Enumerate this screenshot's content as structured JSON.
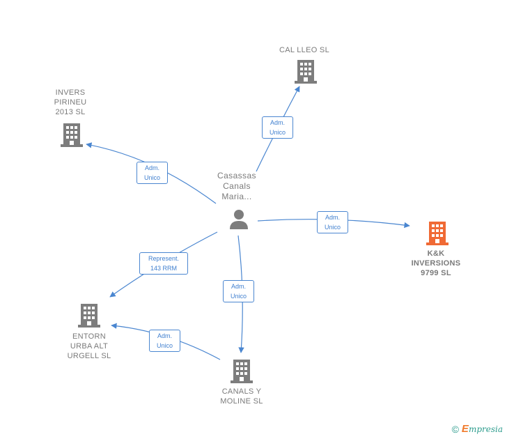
{
  "nodes": {
    "center": {
      "label": "Casassas\nCanals\nMaria..."
    },
    "cal_lleo": {
      "label": "CAL LLEO SL"
    },
    "invers_pirineu": {
      "label": "INVERS\nPIRINEU\n2013 SL"
    },
    "kk_inversions": {
      "label": "K&K\nINVERSIONS\n9799  SL"
    },
    "entorn_urba": {
      "label": "ENTORN\nURBA ALT\nURGELL  SL"
    },
    "canals_moline": {
      "label": "CANALS Y\nMOLINE  SL"
    }
  },
  "edges": {
    "to_cal_lleo": {
      "label": "Adm.\nUnico"
    },
    "to_invers": {
      "label": "Adm.\nUnico"
    },
    "to_kk": {
      "label": "Adm.\nUnico"
    },
    "to_entorn": {
      "label": "Represent.\n143 RRM"
    },
    "to_canals": {
      "label": "Adm.\nUnico"
    },
    "canals_to_entorn": {
      "label": "Adm.\nUnico"
    }
  },
  "colors": {
    "edge": "#4a86d0",
    "building": "#7d7d7d",
    "building_highlight": "#f06a35",
    "person": "#7d7d7d"
  },
  "footer": {
    "copyright": "©",
    "brand_initial": "E",
    "brand_rest": "mpresia"
  }
}
